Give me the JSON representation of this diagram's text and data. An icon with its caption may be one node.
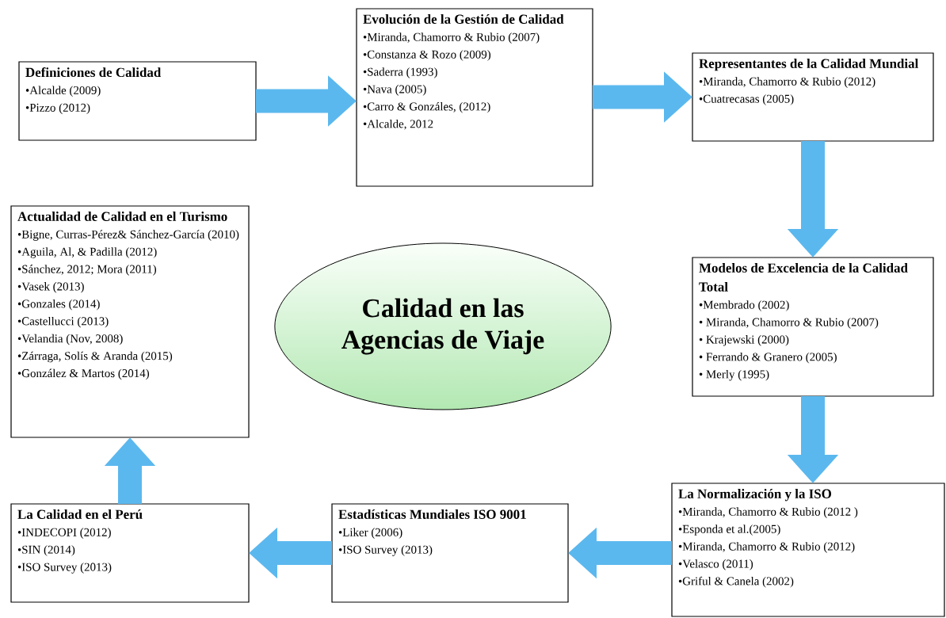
{
  "diagram": {
    "nodes": [
      {
        "text": [
          "Definiciones de Calidad",
          "•Alcalde (2009)",
          "•Pizzo (2012)"
        ]
      },
      {
        "text": [
          "Evolución de la Gestión de Calidad",
          "•Miranda, Chamorro & Rubio (2007)",
          "•Constanza & Rozo (2009)",
          "•Saderra (1993)",
          "•Nava (2005)",
          "•Carro & Gonzáles, (2012)",
          "•Alcalde, 2012"
        ]
      },
      {
        "text": [
          "Representantes de la Calidad Mundial",
          "•Miranda, Chamorro & Rubio (2012)",
          "•Cuatrecasas (2005)"
        ]
      },
      {
        "text": [
          "Modelos de Excelencia de la Calidad Total",
          "•Membrado (2002)",
          "• Miranda, Chamorro & Rubio (2007)",
          "• Krajewski (2000)",
          "• Ferrando & Granero (2005)",
          "• Merly (1995)"
        ]
      },
      {
        "text": [
          "La Normalización y la ISO",
          "•Miranda, Chamorro & Rubio (2012 )",
          "•Esponda et al.(2005)",
          "•Miranda, Chamorro & Rubio (2012)",
          "•Velasco (2011)",
          "•Griful & Canela (2002)"
        ]
      },
      {
        "text": [
          "Estadísticas Mundiales ISO 9001",
          "•Liker (2006)",
          "•ISO Survey (2013)"
        ]
      },
      {
        "text": [
          "La Calidad en el Perú",
          "•INDECOPI (2012)",
          "•SIN (2014)",
          "•ISO Survey (2013)"
        ]
      },
      {
        "text": [
          "Actualidad de Calidad en el Turismo",
          "•Bigne, Curras-Pérez& Sánchez-García (2010)",
          "•Aguila, Al, & Padilla (2012)",
          "•Sánchez, 2012; Mora (2011)",
          "•Vasek (2013)",
          "•Gonzales (2014)",
          "•Castellucci (2013)",
          "•Velandia (Nov, 2008)",
          "•Zárraga, Solís & Aranda (2015)",
          "•González & Martos (2014)"
        ]
      },
      {
        "text": [
          "Calidad en las Agencias de Viaje"
        ]
      }
    ],
    "edges": [
      {
        "from": 0,
        "to": 1,
        "arrow": "to"
      },
      {
        "from": 1,
        "to": 2,
        "arrow": "to"
      },
      {
        "from": 2,
        "to": 3,
        "arrow": "to"
      },
      {
        "from": 3,
        "to": 4,
        "arrow": "to"
      },
      {
        "from": 4,
        "to": 5,
        "arrow": "to"
      },
      {
        "from": 5,
        "to": 6,
        "arrow": "to"
      },
      {
        "from": 6,
        "to": 7,
        "arrow": "to"
      }
    ]
  }
}
